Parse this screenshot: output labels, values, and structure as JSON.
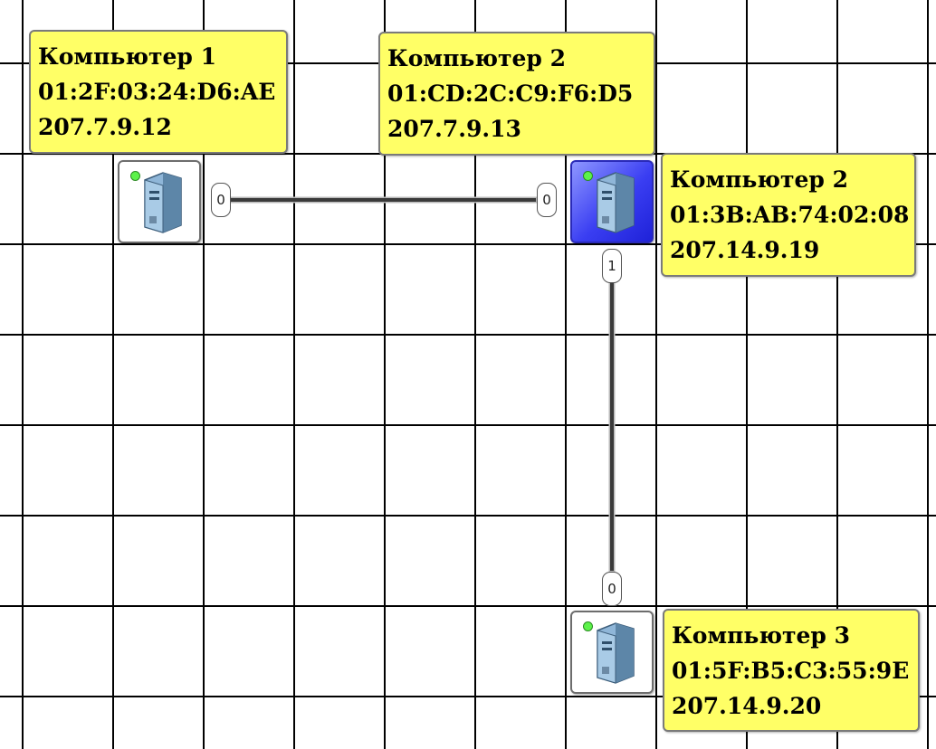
{
  "nodes": [
    {
      "name": "Компьютер 1",
      "mac": "01:2F:03:24:D6:AE",
      "ip": "207.7.9.12",
      "status": "online",
      "selected": false
    },
    {
      "name": "Компьютер 2",
      "mac": "01:CD:2C:C9:F6:D5",
      "ip": "207.7.9.13",
      "status": "online",
      "selected": true,
      "second_interface": {
        "name": "Компьютер 2",
        "mac": "01:3B:AB:74:02:08",
        "ip": "207.14.9.19"
      }
    },
    {
      "name": "Компьютер 3",
      "mac": "01:5F:B5:C3:55:9E",
      "ip": "207.14.9.20",
      "status": "online",
      "selected": false
    }
  ],
  "ports": {
    "link1_a": "0",
    "link1_b": "0",
    "link2_a": "1",
    "link2_b": "0"
  },
  "colors": {
    "label_background": "#ffff66",
    "selected_node": "#3a3ef2",
    "status_led": "#5cf24a",
    "grid_lines": "#000000"
  },
  "icons": {
    "node": "server-tower-icon",
    "status": "status-led-icon"
  }
}
